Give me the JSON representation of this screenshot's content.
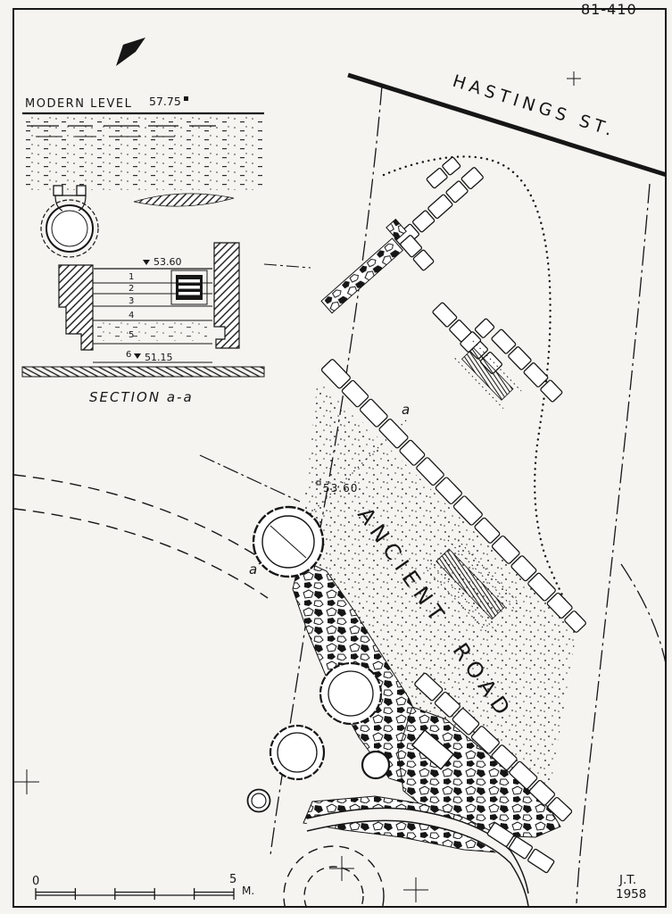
{
  "page": {
    "sheet_number": "81-410",
    "credit_initials": "J.T.",
    "credit_year": "1958"
  },
  "street": {
    "label": "HASTINGS  ST."
  },
  "section": {
    "modern_level_label": "MODERN LEVEL",
    "modern_level_elevation": "57.75",
    "upper_elevation": "53.60",
    "lower_elevation": "51.15",
    "layer_numbers": [
      "1",
      "2",
      "3",
      "4",
      "5",
      "6"
    ],
    "caption": "SECTION a-a"
  },
  "plan": {
    "road_label": "ANCIENT ROAD",
    "spot_elevation": "53.60",
    "marker_a_left": "a",
    "marker_a_right": "a"
  },
  "scale_bar": {
    "zero_label": "0",
    "five_label": "5",
    "unit_label": "M."
  },
  "colors": {
    "paper": "#f5f4f0",
    "ink": "#161616"
  }
}
